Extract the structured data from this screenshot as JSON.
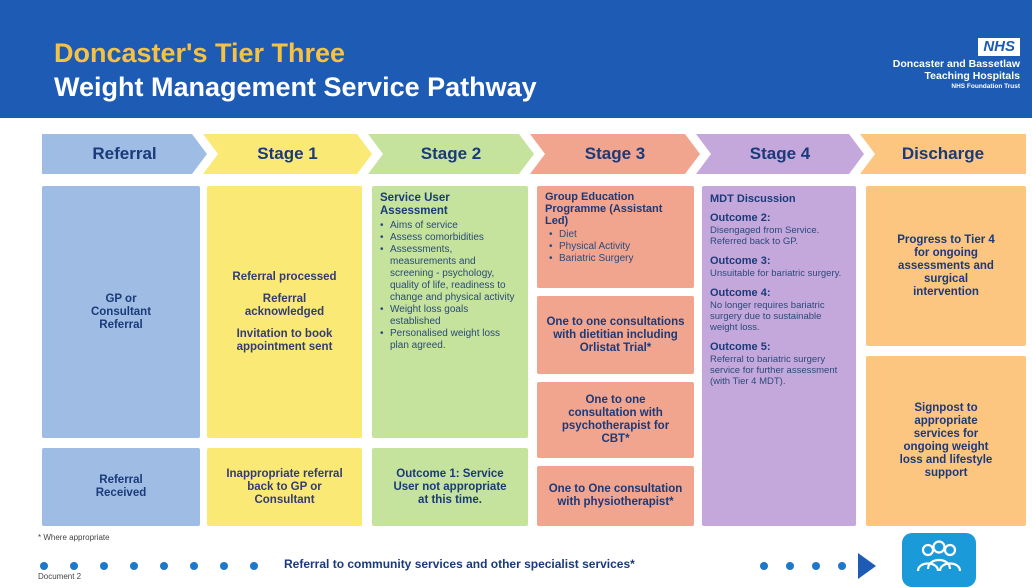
{
  "header": {
    "title_line1": "Doncaster's Tier Three",
    "title_line2": "Weight Management Service Pathway",
    "nhs_logo": "NHS",
    "org_line1": "Doncaster and Bassetlaw",
    "org_line2": "Teaching Hospitals",
    "org_line3": "NHS Foundation Trust"
  },
  "stages": [
    {
      "label": "Referral",
      "color": "#9fbde4"
    },
    {
      "label": "Stage 1",
      "color": "#fbe976"
    },
    {
      "label": "Stage 2",
      "color": "#c5e39c"
    },
    {
      "label": "Stage 3",
      "color": "#f1a48e"
    },
    {
      "label": "Stage 4",
      "color": "#c5a8db"
    },
    {
      "label": "Discharge",
      "color": "#fcc680"
    }
  ],
  "referral": {
    "main": "GP or Consultant Referral",
    "bottom": "Referral Received"
  },
  "stage1": {
    "items": [
      "Referral processed",
      "Referral acknowledged",
      "Invitation to book appointment sent"
    ],
    "bottom": "Inappropriate referral back to GP or Consultant"
  },
  "stage2": {
    "heading": "Service User Assessment",
    "bullets": [
      "Aims of service",
      "Assess comorbidities",
      "Assessments, measurements and screening - psychology, quality of life, readiness to change and physical activity",
      "Weight loss goals established",
      "Personalised weight loss plan agreed."
    ],
    "bottom": "Outcome 1: Service User not appropriate at this time."
  },
  "stage3": {
    "group_heading": "Group Education Programme (Assistant Led)",
    "group_bullets": [
      "Diet",
      "Physical Activity",
      "Bariatric Surgery"
    ],
    "box2": "One to one consultations with dietitian including Orlistat Trial*",
    "box3": "One to one consultation with psychotherapist for CBT*",
    "box4": "One to One consultation with physiotherapist*"
  },
  "stage4": {
    "heading": "MDT Discussion",
    "outcomes": [
      {
        "title": "Outcome 2:",
        "text": "Disengaged from Service. Referred back to GP."
      },
      {
        "title": "Outcome 3:",
        "text": "Unsuitable for bariatric surgery."
      },
      {
        "title": "Outcome 4:",
        "text": "No longer requires bariatric surgery due to sustainable weight loss."
      },
      {
        "title": "Outcome 5:",
        "text": "Referral to bariatric surgery service for further assessment (with Tier 4 MDT)."
      }
    ]
  },
  "discharge": {
    "top": "Progress to Tier 4 for ongoing assessments and surgical intervention",
    "bottom": "Signpost to appropriate services for ongoing weight loss and lifestyle support"
  },
  "footer": {
    "footnote": "* Where appropriate",
    "community": "Referral to community services and other specialist services*",
    "document": "Document 2",
    "people_icon": "people-group-icon"
  }
}
